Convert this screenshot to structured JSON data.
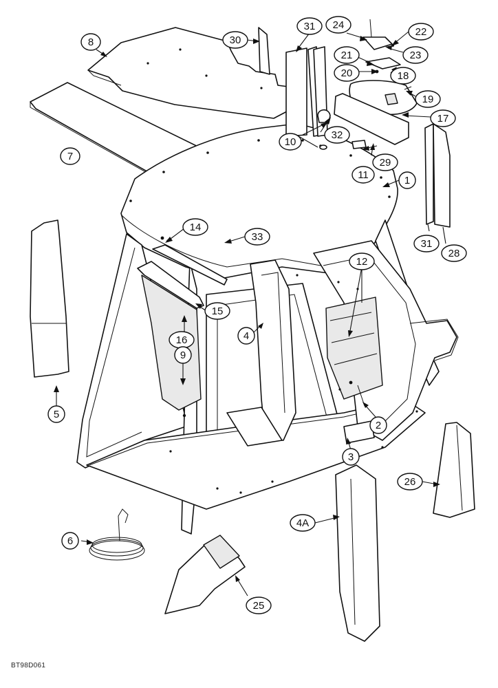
{
  "figure_id": "BT98D061",
  "callouts": [
    "1",
    "2",
    "3",
    "4",
    "4A",
    "5",
    "6",
    "7",
    "8",
    "9",
    "10",
    "11",
    "12",
    "14",
    "15",
    "16",
    "17",
    "18",
    "19",
    "20",
    "21",
    "22",
    "23",
    "24",
    "25",
    "26",
    "28",
    "29",
    "30",
    "31",
    "32",
    "33"
  ]
}
